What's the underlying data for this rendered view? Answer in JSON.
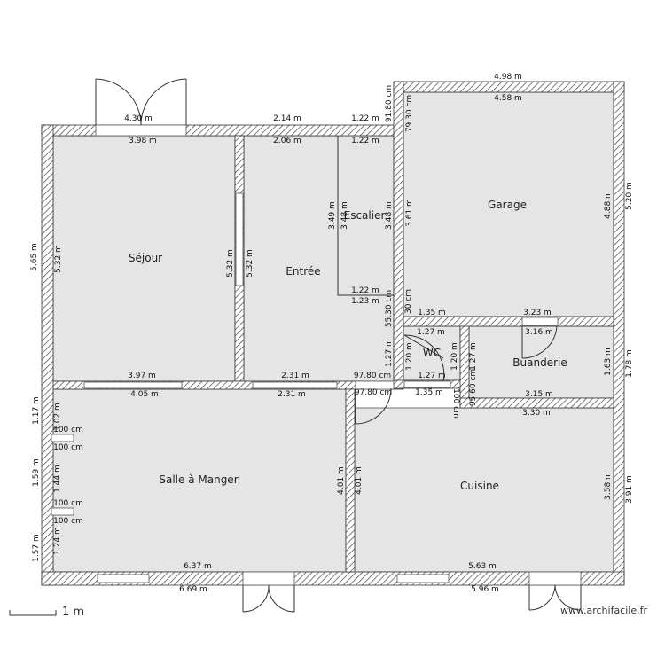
{
  "rooms": {
    "sejour": "Séjour",
    "entree": "Entrée",
    "escalier": "Escalier",
    "garage": "Garage",
    "wc": "WC",
    "buanderie": "Buanderie",
    "salle_a_manger": "Salle à Manger",
    "cuisine": "Cuisine"
  },
  "dimensions": [
    "4.30 m",
    "3.98 m",
    "2.14 m",
    "2.06 m",
    "1.22 m",
    "1.22 m",
    "4.98 m",
    "4.58 m",
    "91.80 cm",
    "79.30 cm",
    "5.65 m",
    "5.32 m",
    "5.32 m",
    "5.32 m",
    "3.49 m",
    "3.48 m",
    "3.48 m",
    "3.61 m",
    "4.88 m",
    "5.20 m",
    "1.22 m",
    "1.23 m",
    "55.30 cm",
    "30 cm",
    "1.35 m",
    "3.23 m",
    "1.27 m",
    "3.16 m",
    "1.27 m",
    "1.20 m",
    "1.20 m",
    "1.27 m",
    "95.60 cm",
    "1.63 m",
    "1.78 m",
    "3.97 m",
    "2.31 m",
    "97.80 cm",
    "1.27 m",
    "3.15 m",
    "4.05 m",
    "2.31 m",
    "97.80 cm",
    "1.35 m",
    "100 cm",
    "3.30 m",
    "1.17 m",
    "1.02 m",
    "100 cm",
    "100 cm",
    "1.59 m",
    "1.44 m",
    "100 cm",
    "100 cm",
    "4.01 m",
    "4.01 m",
    "3.58 m",
    "3.91 m",
    "1.57 m",
    "1.24 m",
    "6.37 m",
    "5.63 m",
    "6.69 m",
    "5.96 m"
  ],
  "scale": {
    "label": "1 m"
  },
  "watermark": "www.archifacile.fr"
}
